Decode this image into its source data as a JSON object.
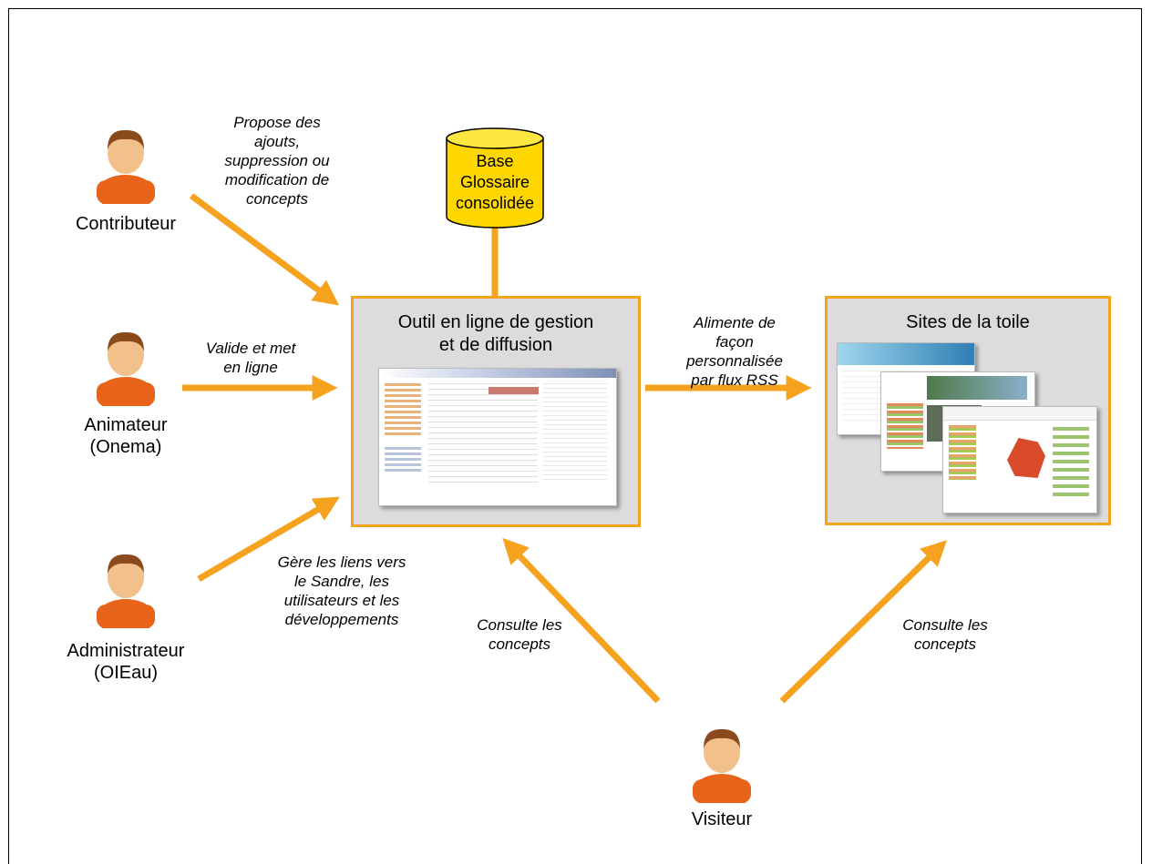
{
  "actors": {
    "contributeur": "Contributeur",
    "animateur_line1": "Animateur",
    "animateur_line2": "(Onema)",
    "administrateur_line1": "Administrateur",
    "administrateur_line2": "(OIEau)",
    "visiteur": "Visiteur"
  },
  "database": {
    "line1": "Base",
    "line2": "Glossaire",
    "line3": "consolidée"
  },
  "tool_box": {
    "title_line1": "Outil en ligne de gestion",
    "title_line2": "et de diffusion"
  },
  "sites_box": {
    "title": "Sites de la toile"
  },
  "edge_labels": {
    "contributeur": [
      "Propose des",
      "ajouts,",
      "suppression ou",
      "modification de",
      "concepts"
    ],
    "animateur": [
      "Valide et met",
      "en ligne"
    ],
    "administrateur": [
      "Gère les liens vers",
      "le Sandre, les",
      "utilisateurs et les",
      "développements"
    ],
    "visiteur_tool": [
      "Consulte les",
      "concepts"
    ],
    "visiteur_sites": [
      "Consulte les",
      "concepts"
    ],
    "feed": [
      "Alimente de",
      "façon",
      "personnalisée",
      "par flux RSS"
    ]
  },
  "colors": {
    "arrow": "#f5a21f",
    "box_fill": "#dcdcdc",
    "database_fill": "#ffd700",
    "person_shirt": "#e8641a",
    "person_skin": "#f2c08a",
    "person_hair": "#8b4a1c"
  },
  "icons": [
    "person-icon",
    "database-icon",
    "website-screenshot"
  ]
}
